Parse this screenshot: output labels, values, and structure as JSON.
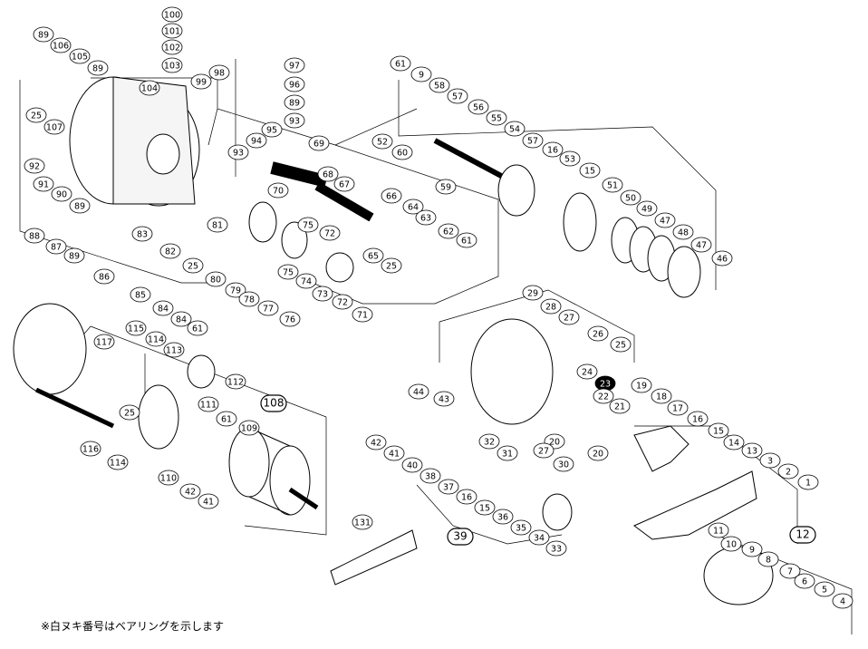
{
  "footnote": "※白ヌキ番号はベアリングを示します",
  "callouts": [
    "100",
    "101",
    "102",
    "103",
    "104",
    "89",
    "106",
    "105",
    "89",
    "25",
    "107",
    "92",
    "91",
    "90",
    "89",
    "88",
    "87",
    "89",
    "86",
    "85",
    "84",
    "84",
    "61",
    "98",
    "99",
    "97",
    "96",
    "89",
    "93",
    "95",
    "94",
    "93",
    "69",
    "68",
    "67",
    "66",
    "64",
    "63",
    "62",
    "61",
    "65",
    "25",
    "70",
    "81",
    "82",
    "25",
    "80",
    "79",
    "78",
    "77",
    "76",
    "75",
    "75",
    "74",
    "73",
    "72",
    "72",
    "71",
    "83",
    "61",
    "9",
    "58",
    "57",
    "56",
    "55",
    "54",
    "53",
    "52",
    "60",
    "59",
    "57",
    "16",
    "15",
    "51",
    "50",
    "49",
    "47",
    "48",
    "47",
    "46",
    "117",
    "115",
    "114",
    "113",
    "112",
    "111",
    "116",
    "114",
    "25",
    "110",
    "42",
    "41",
    "108",
    "109",
    "61",
    "29",
    "28",
    "27",
    "26",
    "25",
    "44",
    "43",
    "24",
    "23",
    "22",
    "21",
    "20",
    "20",
    "19",
    "18",
    "17",
    "16",
    "15",
    "14",
    "13",
    "3",
    "2",
    "1",
    "12",
    "11",
    "10",
    "9",
    "8",
    "7",
    "6",
    "5",
    "4",
    "42",
    "41",
    "40",
    "38",
    "37",
    "16",
    "15",
    "36",
    "35",
    "34",
    "33",
    "39",
    "32",
    "31",
    "27",
    "30",
    "131"
  ],
  "bearing_callouts": [
    "9",
    "42",
    "23",
    "42",
    "9",
    "7"
  ],
  "box_callouts": [
    "108",
    "39",
    "12"
  ]
}
